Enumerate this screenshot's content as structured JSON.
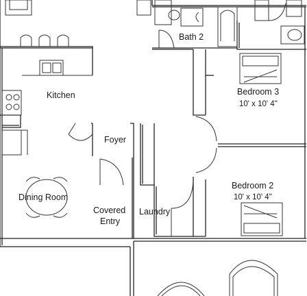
{
  "rooms": {
    "bath2": {
      "label": "Bath 2"
    },
    "kitchen": {
      "label": "Kitchen"
    },
    "bedroom3": {
      "label": "Bedroom 3",
      "dimensions": "10' x 10' 4\""
    },
    "foyer": {
      "label": "Foyer"
    },
    "bedroom2": {
      "label": "Bedroom 2",
      "dimensions": "10' x 10' 4\""
    },
    "dining": {
      "label": "Dining Room"
    },
    "covered_entry": {
      "line1": "Covered",
      "line2": "Entry"
    },
    "laundry": {
      "label": "Laundry"
    }
  }
}
